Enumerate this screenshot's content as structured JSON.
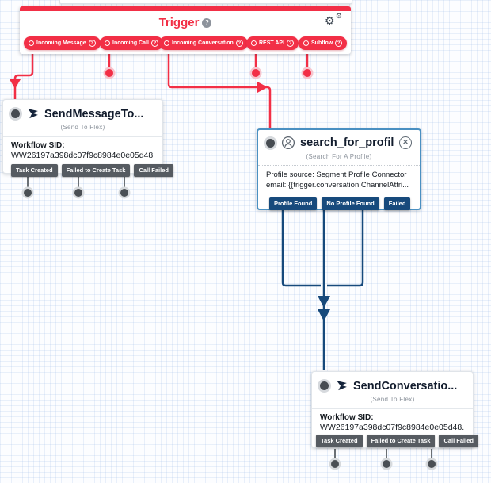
{
  "colors": {
    "accent_red": "#F22F46",
    "connector_navy": "#174A7C",
    "selected_border_blue": "#4A90C2",
    "transition_gray": "#565B61"
  },
  "trigger": {
    "title": "Trigger",
    "help_icon": "?",
    "gear_icon": "⚙",
    "pills": [
      {
        "label": "Incoming Message",
        "help": "?"
      },
      {
        "label": "Incoming Call",
        "help": "?"
      },
      {
        "label": "Incoming Conversation",
        "help": "?"
      },
      {
        "label": "REST API",
        "help": "?"
      },
      {
        "label": "Subflow",
        "help": "?"
      }
    ]
  },
  "widgets": {
    "send_message": {
      "title": "SendMessageTo...",
      "subtitle": "(Send To Flex)",
      "field_label": "Workflow SID:",
      "field_value": "WW26197a398dc07f9c8984e0e05d48...",
      "transitions": [
        "Task Created",
        "Failed to Create Task",
        "Call Failed"
      ]
    },
    "search_profile": {
      "title": "search_for_profil...",
      "subtitle": "(Search For A Profile)",
      "body_line1": "Profile source: Segment Profile Connector",
      "body_line2": "email: {{trigger.conversation.ChannelAttri...",
      "close_icon": "✕",
      "transitions": [
        "Profile Found",
        "No Profile Found",
        "Failed"
      ]
    },
    "send_conversation": {
      "title": "SendConversatio...",
      "subtitle": "(Send To Flex)",
      "field_label": "Workflow SID:",
      "field_value": "WW26197a398dc07f9c8984e0e05d48...",
      "transitions": [
        "Task Created",
        "Failed to Create Task",
        "Call Failed"
      ]
    }
  }
}
